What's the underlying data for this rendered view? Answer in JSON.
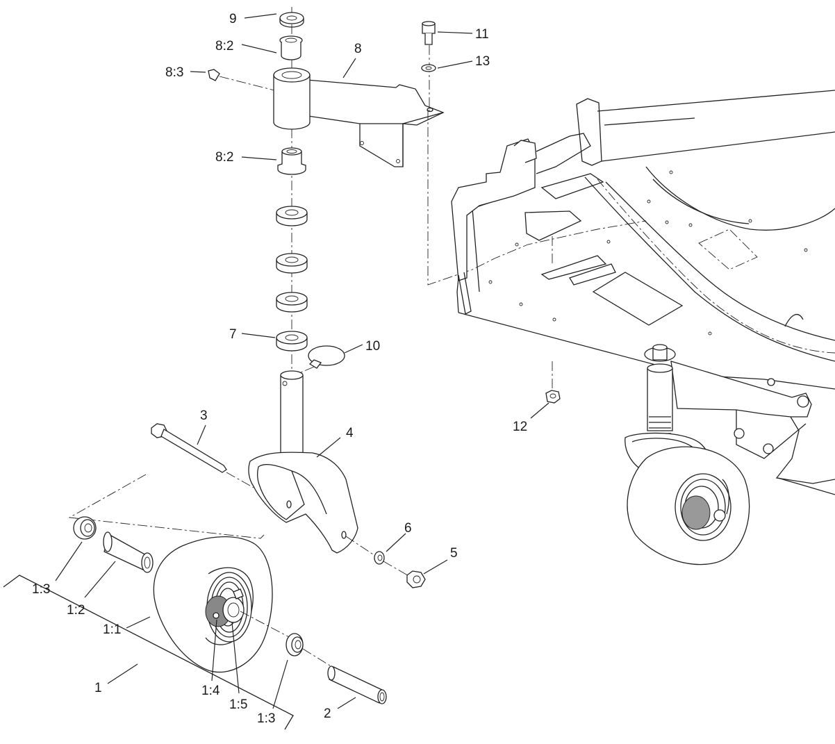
{
  "diagram": {
    "background": "#ffffff",
    "line_color": "#222222",
    "callouts": [
      {
        "id": "c9",
        "text": "9"
      },
      {
        "id": "c8_2a",
        "text": "8:2"
      },
      {
        "id": "c8_3",
        "text": "8:3"
      },
      {
        "id": "c8",
        "text": "8"
      },
      {
        "id": "c11",
        "text": "11"
      },
      {
        "id": "c13",
        "text": "13"
      },
      {
        "id": "c8_2b",
        "text": "8:2"
      },
      {
        "id": "c7",
        "text": "7"
      },
      {
        "id": "c10",
        "text": "10"
      },
      {
        "id": "c3",
        "text": "3"
      },
      {
        "id": "c4",
        "text": "4"
      },
      {
        "id": "c12",
        "text": "12"
      },
      {
        "id": "c6",
        "text": "6"
      },
      {
        "id": "c5",
        "text": "5"
      },
      {
        "id": "c1_3a",
        "text": "1:3"
      },
      {
        "id": "c1_2",
        "text": "1:2"
      },
      {
        "id": "c1_1",
        "text": "1:1"
      },
      {
        "id": "c1",
        "text": "1"
      },
      {
        "id": "c1_4",
        "text": "1:4"
      },
      {
        "id": "c1_5",
        "text": "1:5"
      },
      {
        "id": "c1_3b",
        "text": "1:3"
      },
      {
        "id": "c2",
        "text": "2"
      }
    ]
  }
}
